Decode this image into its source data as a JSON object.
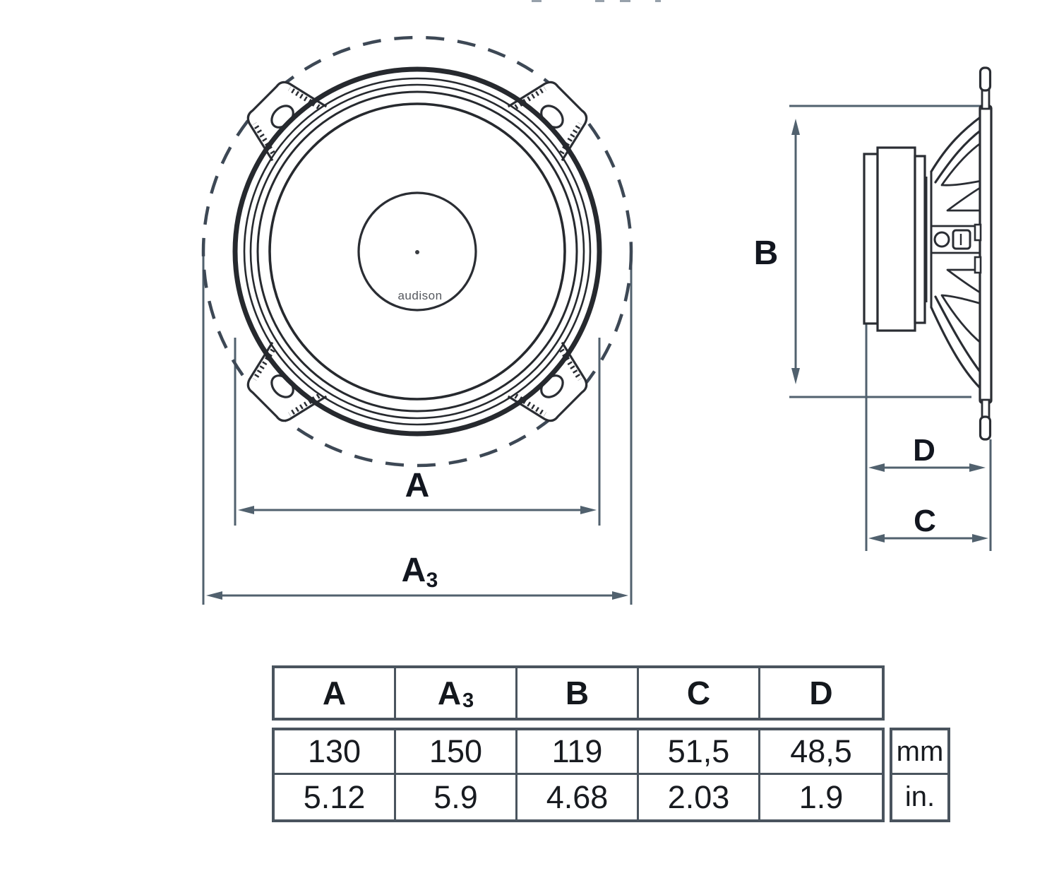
{
  "labels": {
    "a": "A",
    "a3_base": "A",
    "a3_sub": "3",
    "b": "B",
    "c": "C",
    "d": "D"
  },
  "front_view": {
    "dust_cap_text": "audison"
  },
  "table": {
    "headers": {
      "a": "A",
      "a3_base": "A",
      "a3_sub": "3",
      "b": "B",
      "c": "C",
      "d": "D"
    },
    "rows": {
      "mm": {
        "a": "130",
        "a3": "150",
        "b": "119",
        "c": "51,5",
        "d": "48,5",
        "unit": "mm"
      },
      "in": {
        "a": "5.12",
        "a3": "5.9",
        "b": "4.68",
        "c": "2.03",
        "d": "1.9",
        "unit": "in."
      }
    }
  },
  "colors": {
    "drawing_line": "#2a2d33",
    "dashed_circle": "#3d4855",
    "dimension_line": "#51616e",
    "label_text": "#12161f",
    "table_border": "#4a545e"
  }
}
